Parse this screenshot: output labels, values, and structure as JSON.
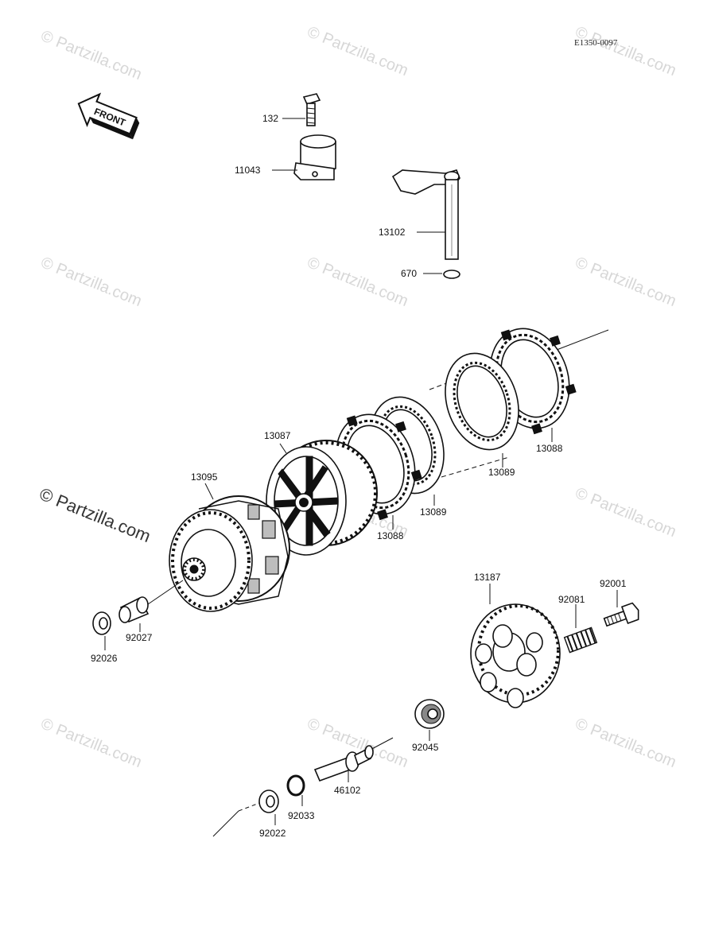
{
  "diagram_code": "E1350-0097",
  "front_label": "FRONT",
  "watermark": "© Partzilla.com",
  "callouts": {
    "p132": "132",
    "p11043": "11043",
    "p13102": "13102",
    "p670": "670",
    "p13087": "13087",
    "p13095": "13095",
    "p13088a": "13088",
    "p13089a": "13089",
    "p13089b": "13089",
    "p13088b": "13088",
    "p92027": "92027",
    "p92026": "92026",
    "p13187": "13187",
    "p92081": "92081",
    "p92001": "92001",
    "p92045": "92045",
    "p46102": "46102",
    "p92033": "92033",
    "p92022": "92022"
  }
}
